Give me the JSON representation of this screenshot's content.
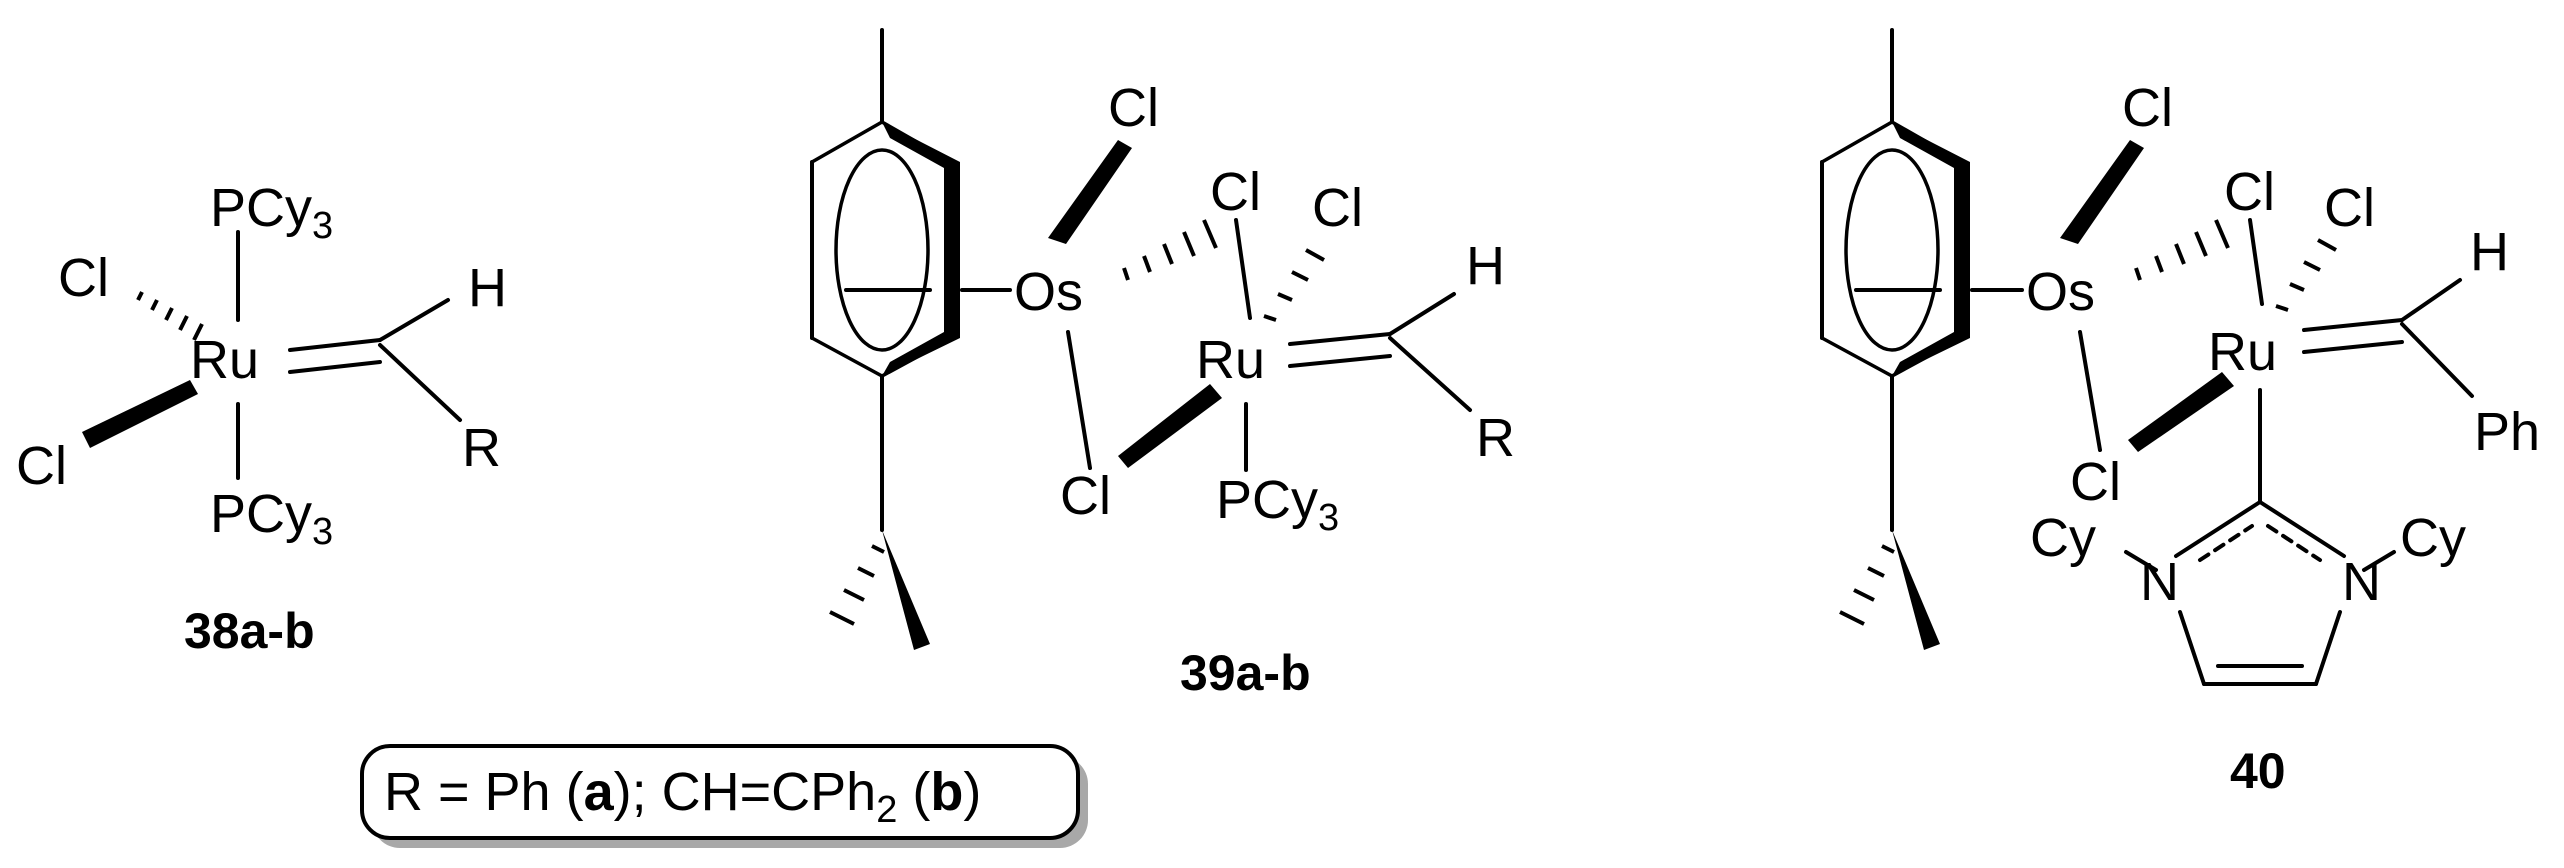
{
  "diagram": {
    "structure_38": {
      "atoms": {
        "metal": "Ru",
        "top_ligand": "PCy",
        "top_ligand_sub": "3",
        "bottom_ligand": "PCy",
        "bottom_ligand_sub": "3",
        "cl_upper": "Cl",
        "cl_lower": "Cl",
        "h": "H",
        "r": "R"
      },
      "label": "38a-b"
    },
    "structure_39": {
      "atoms": {
        "osmium": "Os",
        "os_cl_top": "Cl",
        "bridge_cl_top": "Cl",
        "bridge_cl_bottom": "Cl",
        "ru_cl": "Cl",
        "metal": "Ru",
        "h": "H",
        "r": "R",
        "phosphine": "PCy",
        "phosphine_sub": "3"
      },
      "label": "39a-b"
    },
    "structure_40": {
      "atoms": {
        "osmium": "Os",
        "os_cl_top": "Cl",
        "bridge_cl_top": "Cl",
        "bridge_cl_bottom": "Cl",
        "ru_cl": "Cl",
        "metal": "Ru",
        "h": "H",
        "ph": "Ph",
        "n_left": "N",
        "n_right": "N",
        "cy_left": "Cy",
        "cy_right": "Cy"
      },
      "label": "40"
    },
    "r_definition": {
      "lead": "R = Ph (",
      "a": "a",
      "mid": "); CH=CPh",
      "sub": "2",
      "open": " (",
      "b": "b",
      "close": ")"
    }
  }
}
